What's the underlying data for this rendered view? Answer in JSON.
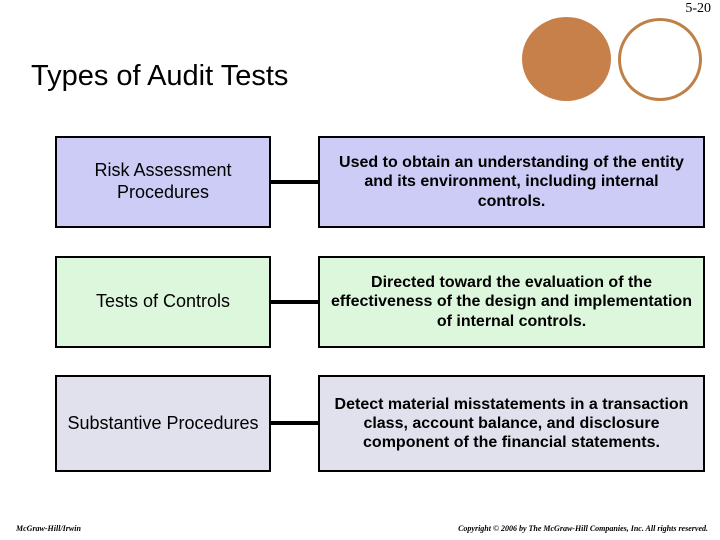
{
  "slide": {
    "page_number": "5-20",
    "title": "Types of Audit Tests",
    "colors": {
      "circle_fill": "#c8804a",
      "circle_outline": "#bf8047",
      "row1_fill": "#ccccf7",
      "row2_fill": "#ddf7dd",
      "row3_fill": "#e1e1ee",
      "border": "#000000",
      "text": "#000000"
    }
  },
  "diagram": {
    "rows": [
      {
        "label": "Risk Assessment Procedures",
        "description": "Used to obtain an understanding of the entity and its environment, including internal controls.",
        "fill": "#ccccf7"
      },
      {
        "label": "Tests of Controls",
        "description": "Directed toward the evaluation of the effectiveness of the design and implementation of internal controls.",
        "fill": "#ddf7dd"
      },
      {
        "label": "Substantive Procedures",
        "description": "Detect material misstatements in a transaction class, account balance, and disclosure component of the financial statements.",
        "fill": "#e1e1ee"
      }
    ]
  },
  "footer": {
    "left": "McGraw-Hill/Irwin",
    "right": "Copyright © 2006 by The McGraw-Hill Companies, Inc. All rights reserved."
  }
}
